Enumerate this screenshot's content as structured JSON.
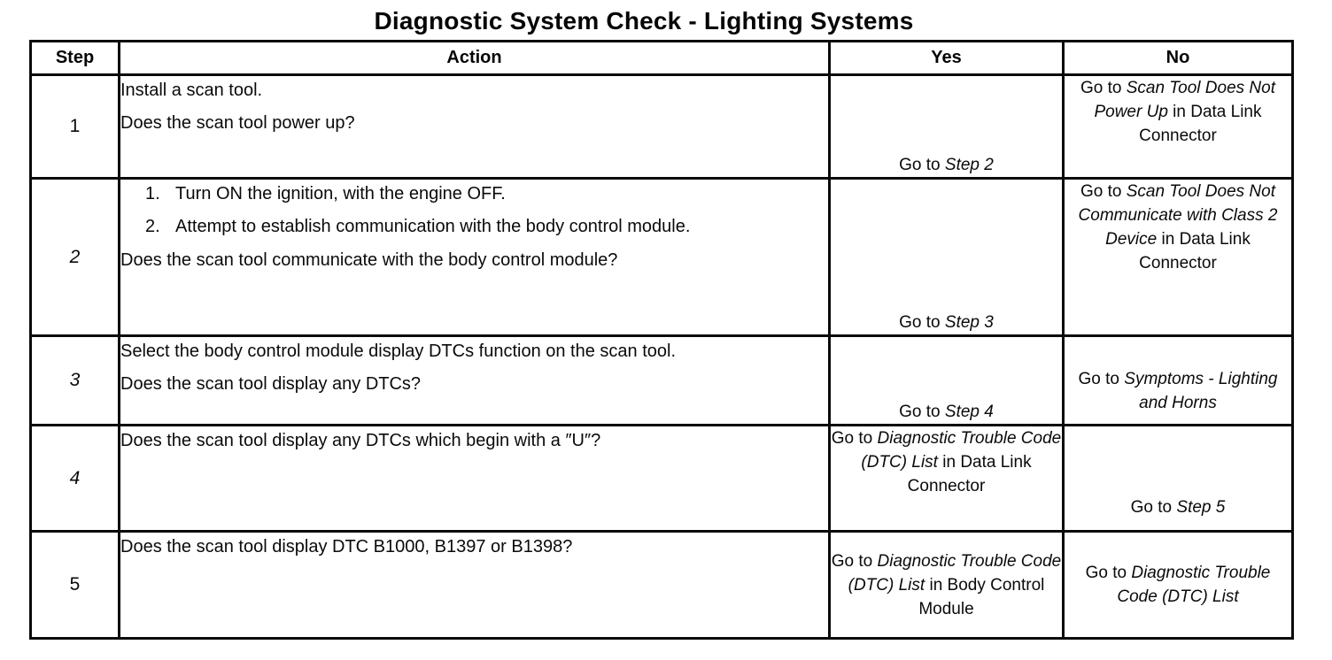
{
  "page": {
    "title": "Diagnostic System Check - Lighting Systems"
  },
  "table": {
    "headers": {
      "step": "Step",
      "action": "Action",
      "yes": "Yes",
      "no": "No"
    },
    "rows": [
      {
        "step": "1",
        "action": [
          {
            "type": "text",
            "text": "Install a scan tool."
          },
          {
            "type": "text",
            "text": "Does the scan tool power up?"
          }
        ],
        "yes": [
          {
            "text": "Go to ",
            "italic": false
          },
          {
            "text": "Step 2",
            "italic": true
          }
        ],
        "no": [
          {
            "text": "Go to ",
            "italic": false
          },
          {
            "text": "Scan Tool Does Not Power Up",
            "italic": true
          },
          {
            "text": " in Data Link Connector",
            "italic": false
          }
        ]
      },
      {
        "step": "2",
        "action": [
          {
            "type": "numbered",
            "number": "1.",
            "text": "Turn ON the ignition, with the engine OFF."
          },
          {
            "type": "numbered",
            "number": "2.",
            "text": "Attempt to establish communication with the body control module."
          },
          {
            "type": "text",
            "text": "Does the scan tool communicate with the body control module?"
          }
        ],
        "yes": [
          {
            "text": "Go to ",
            "italic": false
          },
          {
            "text": "Step 3",
            "italic": true
          }
        ],
        "no": [
          {
            "text": "Go to ",
            "italic": false
          },
          {
            "text": "Scan Tool Does Not Communicate with Class 2 Device",
            "italic": true
          },
          {
            "text": " in Data Link Connector",
            "italic": false
          }
        ]
      },
      {
        "step": "3",
        "action": [
          {
            "type": "text",
            "text": "Select the body control module display DTCs function on the scan tool."
          },
          {
            "type": "text",
            "text": "Does the scan tool display any DTCs?"
          }
        ],
        "yes": [
          {
            "text": "Go to ",
            "italic": false
          },
          {
            "text": "Step 4",
            "italic": true
          }
        ],
        "no": [
          {
            "text": "Go to ",
            "italic": false
          },
          {
            "text": "Symptoms - Lighting and Horns",
            "italic": true
          }
        ]
      },
      {
        "step": "4",
        "action": [
          {
            "type": "text",
            "text": "Does the scan tool display any DTCs which begin with a ″U″?"
          }
        ],
        "yes": [
          {
            "text": "Go to ",
            "italic": false
          },
          {
            "text": "Diagnostic Trouble Code (DTC) List",
            "italic": true
          },
          {
            "text": " in Data Link Connector",
            "italic": false
          }
        ],
        "no": [
          {
            "text": "Go to ",
            "italic": false
          },
          {
            "text": "Step 5",
            "italic": true
          }
        ]
      },
      {
        "step": "5",
        "action": [
          {
            "type": "text",
            "text": "Does the scan tool display DTC B1000, B1397 or B1398?"
          }
        ],
        "yes": [
          {
            "text": "Go to ",
            "italic": false
          },
          {
            "text": "Diagnostic Trouble Code (DTC) List",
            "italic": true
          },
          {
            "text": " in Body Control Module",
            "italic": false
          }
        ],
        "no": [
          {
            "text": "Go to ",
            "italic": false
          },
          {
            "text": "Diagnostic Trouble Code (DTC) List",
            "italic": true
          }
        ]
      }
    ]
  }
}
